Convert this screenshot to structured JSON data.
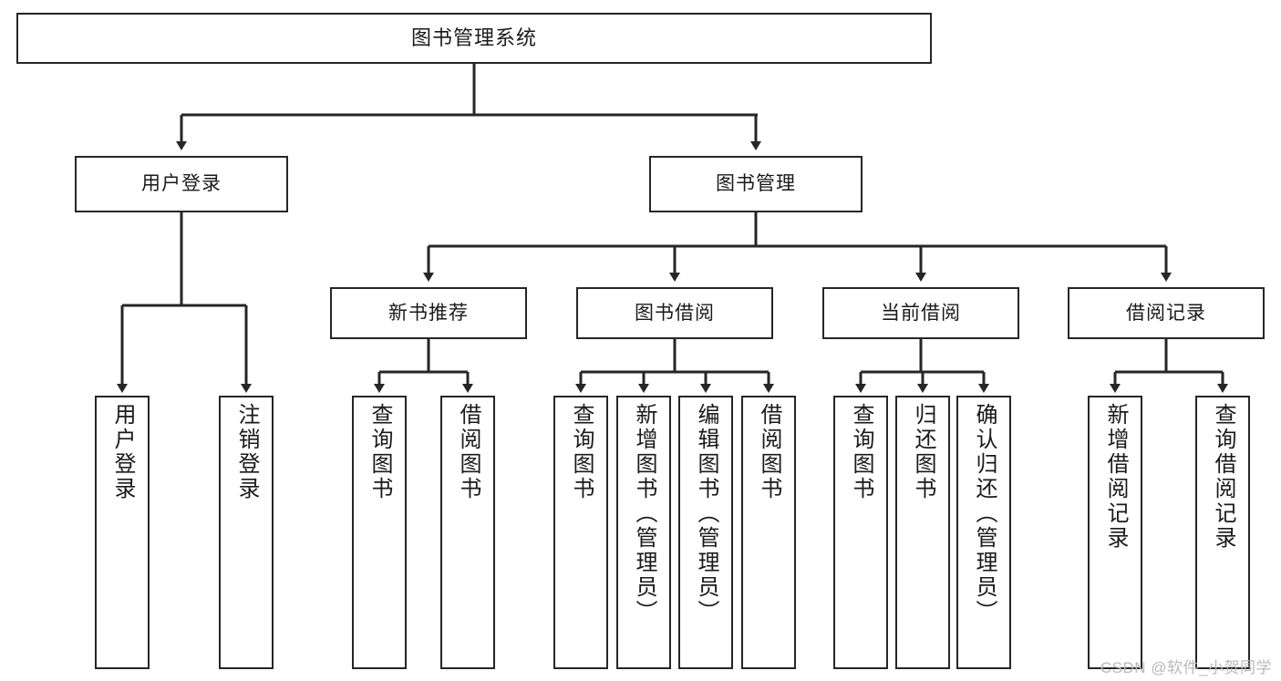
{
  "diagram": {
    "title_node": {
      "label": "图书管理系统"
    },
    "level1": [
      {
        "label": "用户登录"
      },
      {
        "label": "图书管理"
      }
    ],
    "level2": [
      {
        "label": "新书推荐"
      },
      {
        "label": "图书借阅"
      },
      {
        "label": "当前借阅"
      },
      {
        "label": "借阅记录"
      }
    ],
    "leaves": [
      {
        "label": "用户登录",
        "parent": "用户登录"
      },
      {
        "label": "注销登录",
        "parent": "用户登录"
      },
      {
        "label": "查询图书",
        "parent": "新书推荐"
      },
      {
        "label": "借阅图书",
        "parent": "新书推荐"
      },
      {
        "label": "查询图书",
        "parent": "图书借阅"
      },
      {
        "label": "新增图书（管理员）",
        "parent": "图书借阅"
      },
      {
        "label": "编辑图书（管理员）",
        "parent": "图书借阅"
      },
      {
        "label": "借阅图书",
        "parent": "图书借阅"
      },
      {
        "label": "查询图书",
        "parent": "当前借阅"
      },
      {
        "label": "归还图书",
        "parent": "当前借阅"
      },
      {
        "label": "确认归还（管理员）",
        "parent": "当前借阅"
      },
      {
        "label": "新增借阅记录",
        "parent": "借阅记录"
      },
      {
        "label": "查询借阅记录",
        "parent": "借阅记录"
      }
    ],
    "watermark": "CSDN @软件_小贺同学",
    "colors": {
      "stroke": "#262626",
      "fill": "#ffffff",
      "text": "#1a1a1a",
      "watermark": "#b9b9b9"
    }
  }
}
